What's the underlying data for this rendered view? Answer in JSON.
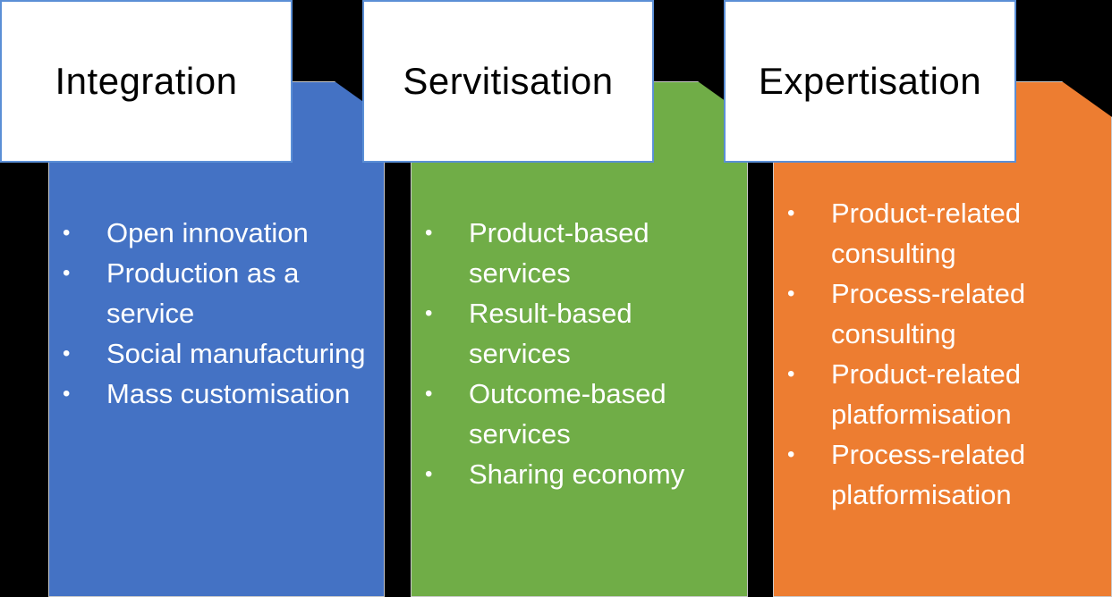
{
  "columns": [
    {
      "title": "Integration",
      "color": "#4472c4",
      "items": [
        "Open innovation",
        "Production as a service",
        "Social manufacturing",
        "Mass customisation"
      ]
    },
    {
      "title": "Servitisation",
      "color": "#70ad47",
      "items": [
        "Product-based services",
        "Result-based services",
        "Outcome-based services",
        "Sharing economy"
      ]
    },
    {
      "title": "Expertisation",
      "color": "#ed7d31",
      "items": [
        "Product-related consulting",
        "Process-related consulting",
        "Product-related platformisation",
        "Process-related platformisation"
      ]
    }
  ]
}
